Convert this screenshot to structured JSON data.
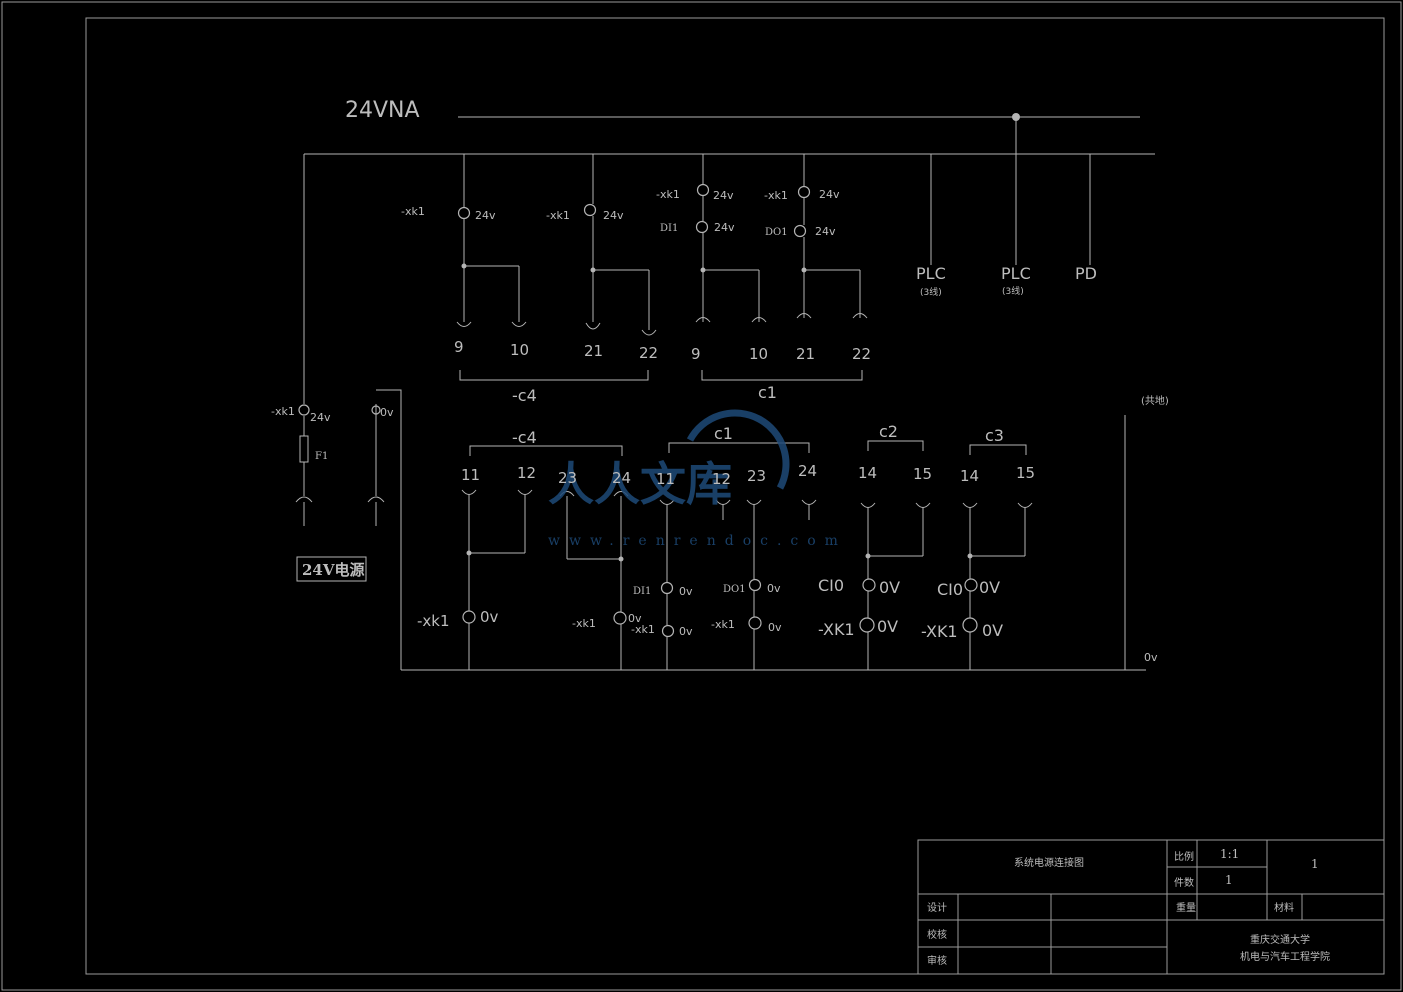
{
  "supply": {
    "bus_label": "24VNA",
    "source_box": "24V电源",
    "fuse": "F1"
  },
  "contacts": {
    "xk1": "-xk1",
    "XK1": "-XK1",
    "DI1": "DI1",
    "DO1": "DO1",
    "CI0": "CI0",
    "v24": "24v",
    "v24_upper": "24V",
    "v0": "0v",
    "V0": "0V"
  },
  "relays": {
    "c4_top": "-c4",
    "c1_top": "c1",
    "c4_bot": "-c4",
    "c1_bot": "c1",
    "c2": "c2",
    "c3": "c3"
  },
  "terminals": {
    "top_left": [
      "9",
      "10",
      "21",
      "22"
    ],
    "top_right": [
      "9",
      "10",
      "21",
      "22"
    ],
    "c4_bot": [
      "11",
      "12",
      "23",
      "24"
    ],
    "c1_bot": [
      "11",
      "12",
      "23",
      "24"
    ],
    "c2": [
      "14",
      "15"
    ],
    "c3": [
      "14",
      "15"
    ]
  },
  "outputs": {
    "plc1": "PLC",
    "plc1_note": "(3线)",
    "plc2": "PLC",
    "plc2_note": "(3线)",
    "pd": "PD"
  },
  "ground": {
    "label": "(共地)",
    "v0": "0v"
  },
  "watermark": {
    "main": "人人文库",
    "url": "www.renrendoc.com"
  },
  "title_block": {
    "drawing_title": "系统电源连接图",
    "scale_label": "比例",
    "scale_value": "1:1",
    "count_label": "件数",
    "count_value": "1",
    "sheet_value": "1",
    "weight_label": "重量",
    "material_label": "材料",
    "designer_label": "设计",
    "checker_label": "校核",
    "approver_label": "审核",
    "school_line1": "重庆交通大学",
    "school_line2": "机电与汽车工程学院"
  },
  "colors": {
    "line": "#b4b4b4",
    "text": "#bdbdbd",
    "background": "#000000",
    "watermark": "#1e4a78"
  }
}
